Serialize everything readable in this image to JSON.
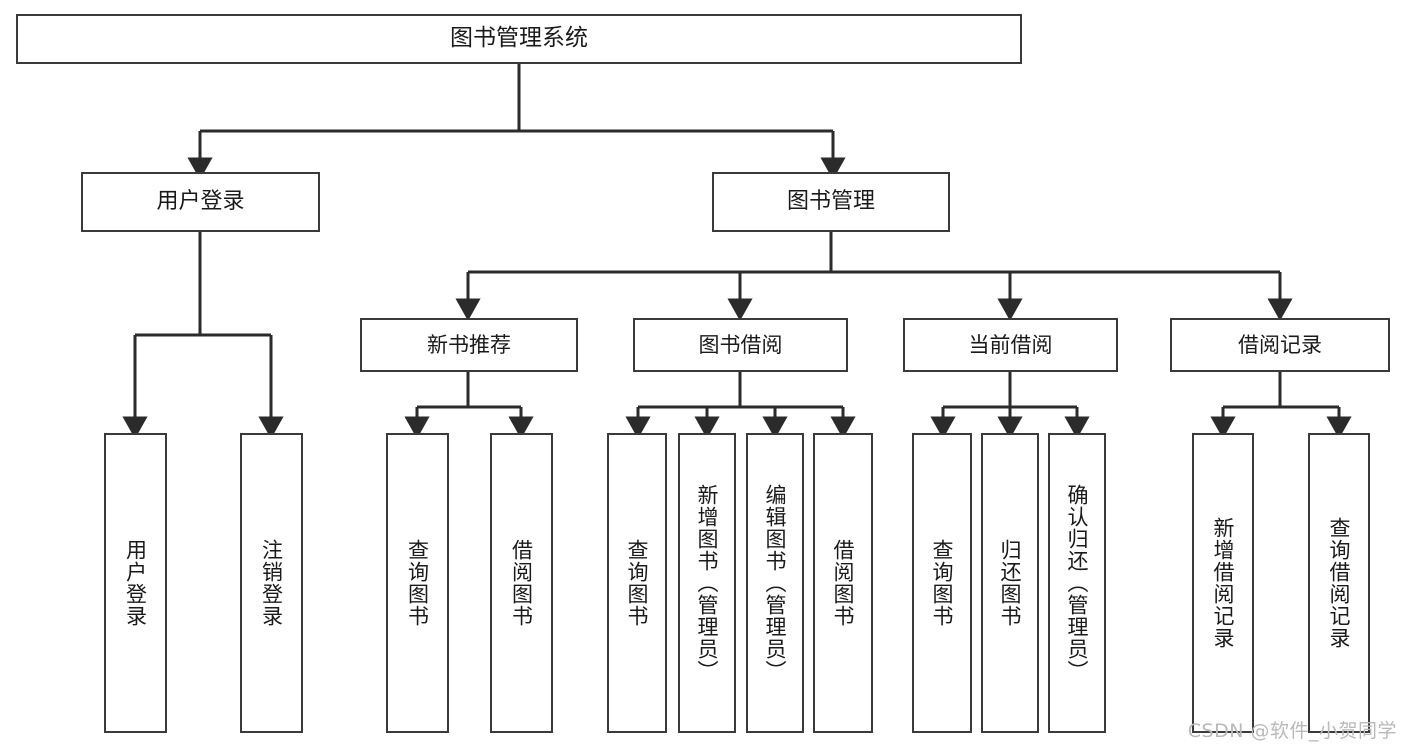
{
  "diagram": {
    "title": "图书管理系统",
    "type": "tree",
    "watermark": "CSDN @软件_小贺同学",
    "colors": {
      "box_border": "#3a3a3a",
      "box_fill": "#ffffff",
      "connector": "#2b2b2b",
      "text": "#1a1a1a",
      "watermark": "#b9b9b9",
      "background": "#ffffff"
    },
    "root": {
      "label": "图书管理系统"
    },
    "level_two": [
      {
        "label": "用户登录"
      },
      {
        "label": "图书管理"
      }
    ],
    "level_three": [
      {
        "label": "新书推荐"
      },
      {
        "label": "图书借阅"
      },
      {
        "label": "当前借阅"
      },
      {
        "label": "借阅记录"
      }
    ],
    "leaves": {
      "user_login": [
        {
          "label": "用户登录"
        },
        {
          "label": "注销登录"
        }
      ],
      "new_book_recommend": [
        {
          "label": "查询图书"
        },
        {
          "label": "借阅图书"
        }
      ],
      "book_borrow": [
        {
          "label": "查询图书"
        },
        {
          "label": "新增图书（管理员）"
        },
        {
          "label": "编辑图书（管理员）"
        },
        {
          "label": "借阅图书"
        }
      ],
      "current_borrow": [
        {
          "label": "查询图书"
        },
        {
          "label": "归还图书"
        },
        {
          "label": "确认归还（管理员）"
        }
      ],
      "borrow_record": [
        {
          "label": "新增借阅记录"
        },
        {
          "label": "查询借阅记录"
        }
      ]
    }
  }
}
